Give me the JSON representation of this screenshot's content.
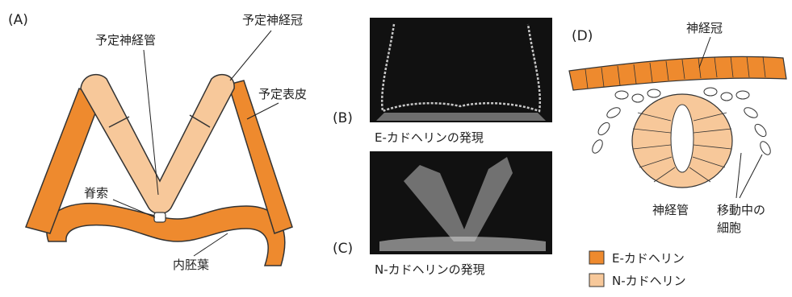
{
  "colors": {
    "e_cadherin": "#ee8a2e",
    "n_cadherin": "#f7c89a",
    "outline": "#333333",
    "micrograph_bg": "#111111",
    "micrograph_signal": "#e8e8e8"
  },
  "panel_a": {
    "letter": "(A)",
    "labels": {
      "neural_tube": "予定神経管",
      "neural_crest": "予定神経冠",
      "epidermis": "予定表皮",
      "notochord": "脊索",
      "endoderm": "内胚葉"
    }
  },
  "panel_b": {
    "letter": "(B)",
    "caption": "E-カドヘリンの発現"
  },
  "panel_c": {
    "letter": "(C)",
    "caption": "N-カドヘリンの発現"
  },
  "panel_d": {
    "letter": "(D)",
    "labels": {
      "neural_crest": "神経冠",
      "neural_tube": "神経管",
      "migrating_cells_1": "移動中の",
      "migrating_cells_2": "細胞"
    }
  },
  "legend": [
    {
      "swatch": "e_cadherin",
      "label": "E-カドヘリン"
    },
    {
      "swatch": "n_cadherin",
      "label": "N-カドヘリン"
    }
  ]
}
